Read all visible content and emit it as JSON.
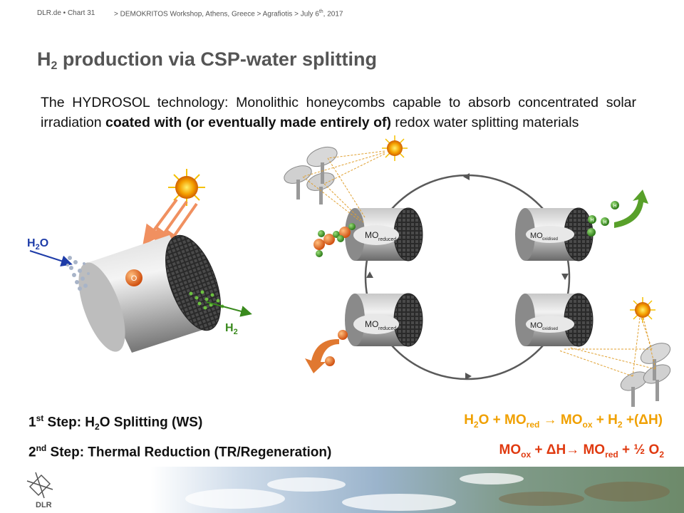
{
  "breadcrumb": {
    "left": "DLR.de  •  Chart 31",
    "right": "> DEMOKRITOS Workshop, Athens, Greece  >  Agrafiotis > July 6th, 2017"
  },
  "title": {
    "pre": "H",
    "sub": "2",
    "post": " production via CSP-water splitting"
  },
  "intro": {
    "plain1": "The HYDROSOL technology: Monolithic honeycombs capable to absorb concentrated solar irradiation ",
    "bold": "coated with (or eventually made entirely of)",
    "plain2": " redox water splitting materials"
  },
  "diagram_labels": {
    "h2o": "H₂O",
    "h2": "H₂",
    "o_atom": "O",
    "h_atom": "H",
    "mo_reduced": "MO",
    "mo_reduced_sub": "reduced",
    "mo_oxidised": "MO",
    "mo_oxidised_sub": "oxidised"
  },
  "steps": {
    "step1": {
      "num": "1",
      "sup": "st",
      "a": " Step: H",
      "sub": "2",
      "b": "O Splitting (WS)"
    },
    "step2": {
      "num": "2",
      "sup": "nd",
      "a": " Step: Thermal Reduction (TR/Regeneration)"
    }
  },
  "equations": {
    "eq1": {
      "p1": "H",
      "s1": "2",
      "p2": "O + MO",
      "s2": "red",
      "p3": " → MO",
      "s3": "ox",
      "p4": " + H",
      "s4": "2",
      "p5": " +(ΔH)"
    },
    "eq2": {
      "p1": "MO",
      "s1": "ox",
      "p2": " + ΔH→ MO",
      "s2": "red",
      "p3": " + ½ O",
      "s3": "2"
    }
  },
  "logo": {
    "text": "DLR"
  },
  "colors": {
    "title_gray": "#555555",
    "eq1_orange": "#f0a000",
    "eq2_red": "#e03a10",
    "arrow_blue": "#1e3ca8",
    "arrow_green": "#3a8a1e",
    "reactor_gray": "#9a9a9a",
    "sun": "#f5a000"
  }
}
